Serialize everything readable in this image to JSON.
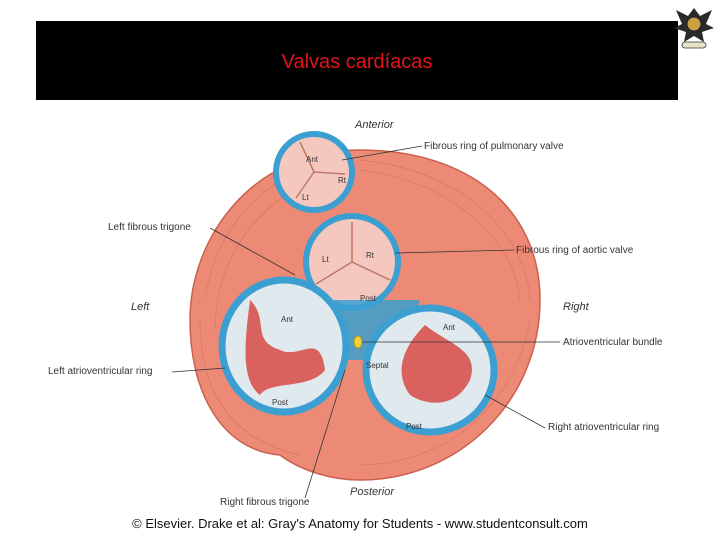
{
  "slide": {
    "title": "Valvas cardíacas"
  },
  "figure": {
    "directions": {
      "anterior": "Anterior",
      "posterior": "Posterior",
      "left": "Left",
      "right": "Right"
    },
    "callouts": {
      "pulmonary_ring": "Fibrous ring of pulmonary valve",
      "left_trigone": "Left fibrous trigone",
      "aortic_ring": "Fibrous ring of aortic valve",
      "av_bundle": "Atrioventricular bundle",
      "left_av_ring": "Left atrioventricular ring",
      "right_av_ring": "Right atrioventricular ring",
      "right_trigone": "Right fibrous trigone"
    },
    "cusp_labels": {
      "pulm_ant": "Ant",
      "pulm_rt": "Rt",
      "pulm_lt": "Lt",
      "aortic_lt": "Lt",
      "aortic_rt": "Rt",
      "aortic_post": "Post",
      "mitral_ant": "Ant",
      "mitral_post": "Post",
      "tricuspid_ant": "Ant",
      "tricuspid_septal": "Septal",
      "tricuspid_post": "Post"
    }
  },
  "footer": {
    "copyright": "© Elsevier. Drake et al: Gray's Anatomy for Students - www.studentconsult.com"
  },
  "colors": {
    "title": "#e3141c",
    "ring": "#3b9fd1",
    "muscle": "#e87a68",
    "leaflet": "#d94a44"
  }
}
